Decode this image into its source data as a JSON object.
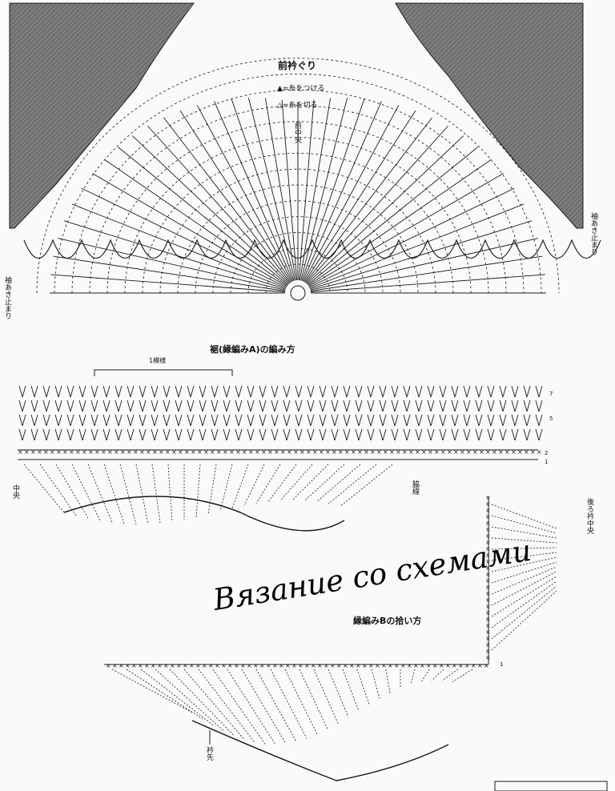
{
  "yoke": {
    "title": "前衿ぐり",
    "legend": [
      {
        "icon": "filled-triangle-icon",
        "text": "=糸をつける"
      },
      {
        "icon": "open-triangle-icon",
        "text": "=糸を切る"
      }
    ],
    "center_front_label": "前中央",
    "left_sleeve_label": "袖あき止まり",
    "right_sleeve_label": "袖あき止まり"
  },
  "hem": {
    "title": "裾(縁編みA)の編み方",
    "repeat_label": "1模様",
    "center_label": "中央",
    "side_label": "脇線",
    "row_numbers": [
      "7",
      "5",
      "2",
      "1"
    ]
  },
  "edge_b": {
    "title": "縁編みBの拾い方",
    "back_center_label": "後ろ衿中央",
    "point_label": "衿先",
    "row_number": "1"
  },
  "watermark": "Вязание со схемами",
  "colors": {
    "ink": "#1a1a1a",
    "shade": "#6e6e6e",
    "paper": "#fafafa"
  }
}
